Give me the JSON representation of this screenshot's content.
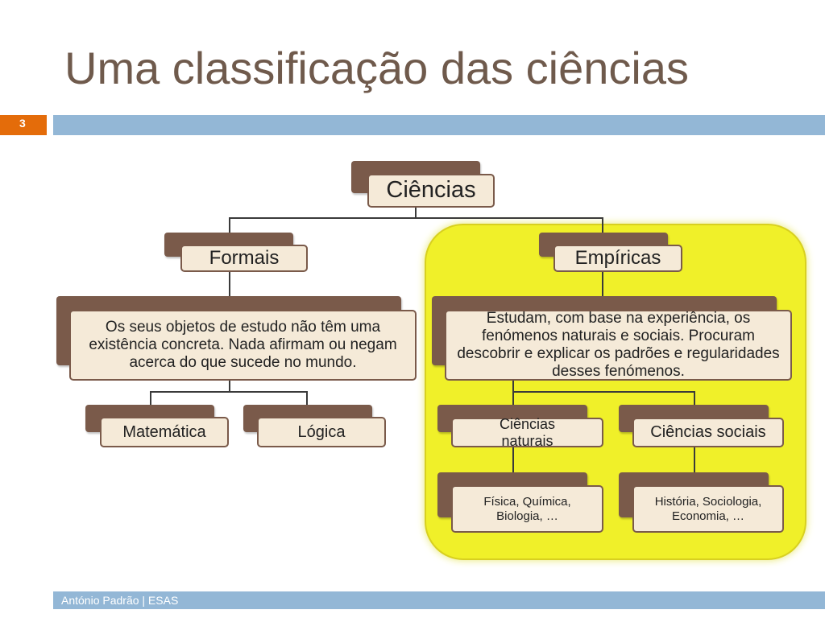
{
  "slide": {
    "title": "Uma classificação das ciências",
    "number": "3",
    "footer": "António Padrão | ESAS"
  },
  "diagram": {
    "root": "Ciências",
    "formais": "Formais",
    "formais_desc": "Os seus objetos de estudo não têm uma existência concreta. Nada afirmam ou negam acerca do que sucede no mundo.",
    "matematica": "Matemática",
    "logica": "Lógica",
    "empiricas": "Empíricas",
    "empiricas_desc": "Estudam, com base na experiência, os fenómenos naturais e sociais. Procuram descobrir e explicar os padrões e regularidades desses fenómenos.",
    "ciencias_naturais": "Ciências naturais",
    "ciencias_sociais": "Ciências sociais",
    "naturais_examples": "Física, Química, Biologia, …",
    "sociais_examples": "História, Sociologia, Economia, …"
  },
  "colors": {
    "title": "#6f5a4c",
    "accent_orange": "#e46c0a",
    "bar_blue": "#93b7d6",
    "highlight_yellow": "#f0f029",
    "box_fill": "#f5ead8",
    "box_shadow": "#7a5a4a"
  }
}
